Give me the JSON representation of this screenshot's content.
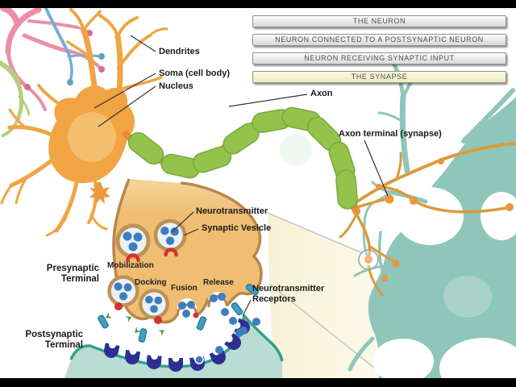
{
  "palette": {
    "letterbox": "#000000",
    "canvas": "#ffffff",
    "presynaptic_neuron_orange": "#F0A443",
    "nucleus_orange": "#F5BE6F",
    "myelin_green": "#94C34C",
    "node_orange": "#E8893B",
    "pink_neuron": "#EC8FA6",
    "blue_dendrite": "#74AFD3",
    "green_dendrite": "#B5CE7E",
    "postsynaptic_teal": "#8FC6BA",
    "terminal_fill": "#EFBE72",
    "terminal_outline": "#B7874D",
    "neurotransmitter_blue": "#3C7DC2",
    "receptor_blue": "#2E2F92",
    "membrane_teal": "#2FA28C",
    "clamp_red": "#D4312F",
    "channel_teal": "#3FA0C4",
    "selected_button_yellow": "#F2F0C2"
  },
  "menu": {
    "buttons": [
      {
        "label": "THE NEURON",
        "selected": false
      },
      {
        "label": "NEURON CONNECTED TO A POSTSYNAPTIC NEURON",
        "selected": false
      },
      {
        "label": "NEURON RECEIVING SYNAPTIC INPUT",
        "selected": false
      },
      {
        "label": "THE SYNAPSE",
        "selected": true
      }
    ]
  },
  "labels": {
    "dendrites": "Dendrites",
    "soma": "Soma (cell body)",
    "nucleus": "Nucleus",
    "axon": "Axon",
    "axon_terminal": "Axon terminal (synapse)",
    "neurotransmitter": "Neurotransmitter",
    "synaptic_vesicle": "Synaptic Vesicle",
    "presynaptic_terminal": "Presynaptic\nTerminal",
    "postsynaptic_terminal": "Postsynaptic\nTerminal",
    "neurotransmitter_receptors": "Neurotransmitter\nReceptors",
    "stages": {
      "mobilization": "Mobilization",
      "docking": "Docking",
      "fusion": "Fusion",
      "release": "Release"
    }
  }
}
